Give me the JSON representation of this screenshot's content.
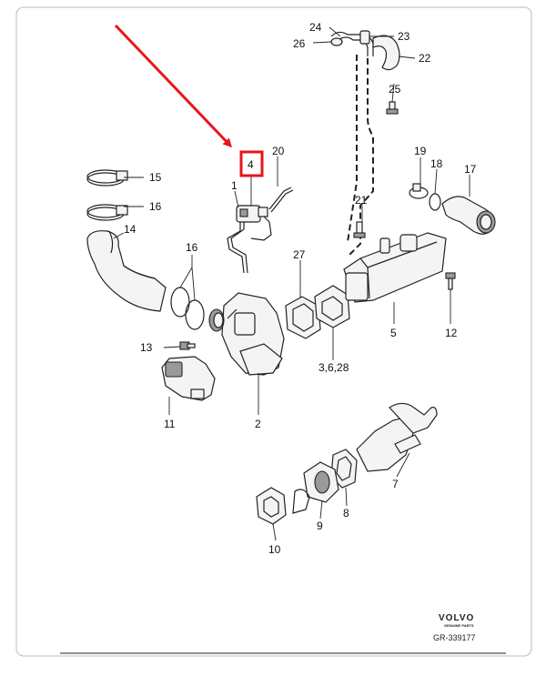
{
  "callouts": {
    "c1": "1",
    "c2": "2",
    "c3_6_28": "3,6,28",
    "c4": "4",
    "c5": "5",
    "c7": "7",
    "c8": "8",
    "c9": "9",
    "c10": "10",
    "c11": "11",
    "c12": "12",
    "c13": "13",
    "c14": "14",
    "c15": "15",
    "c16a": "16",
    "c16b": "16",
    "c17": "17",
    "c18": "18",
    "c19": "19",
    "c20": "20",
    "c21": "21",
    "c22": "22",
    "c23": "23",
    "c24": "24",
    "c25": "25",
    "c26": "26",
    "c27": "27"
  },
  "highlight": {
    "color": "#e8151b"
  },
  "arrow": {
    "color": "#e8151b"
  },
  "brand": {
    "logo_text": "VOLVO",
    "logo_subtext": "GENUINE PARTS",
    "doc_number": "GR-339177"
  }
}
